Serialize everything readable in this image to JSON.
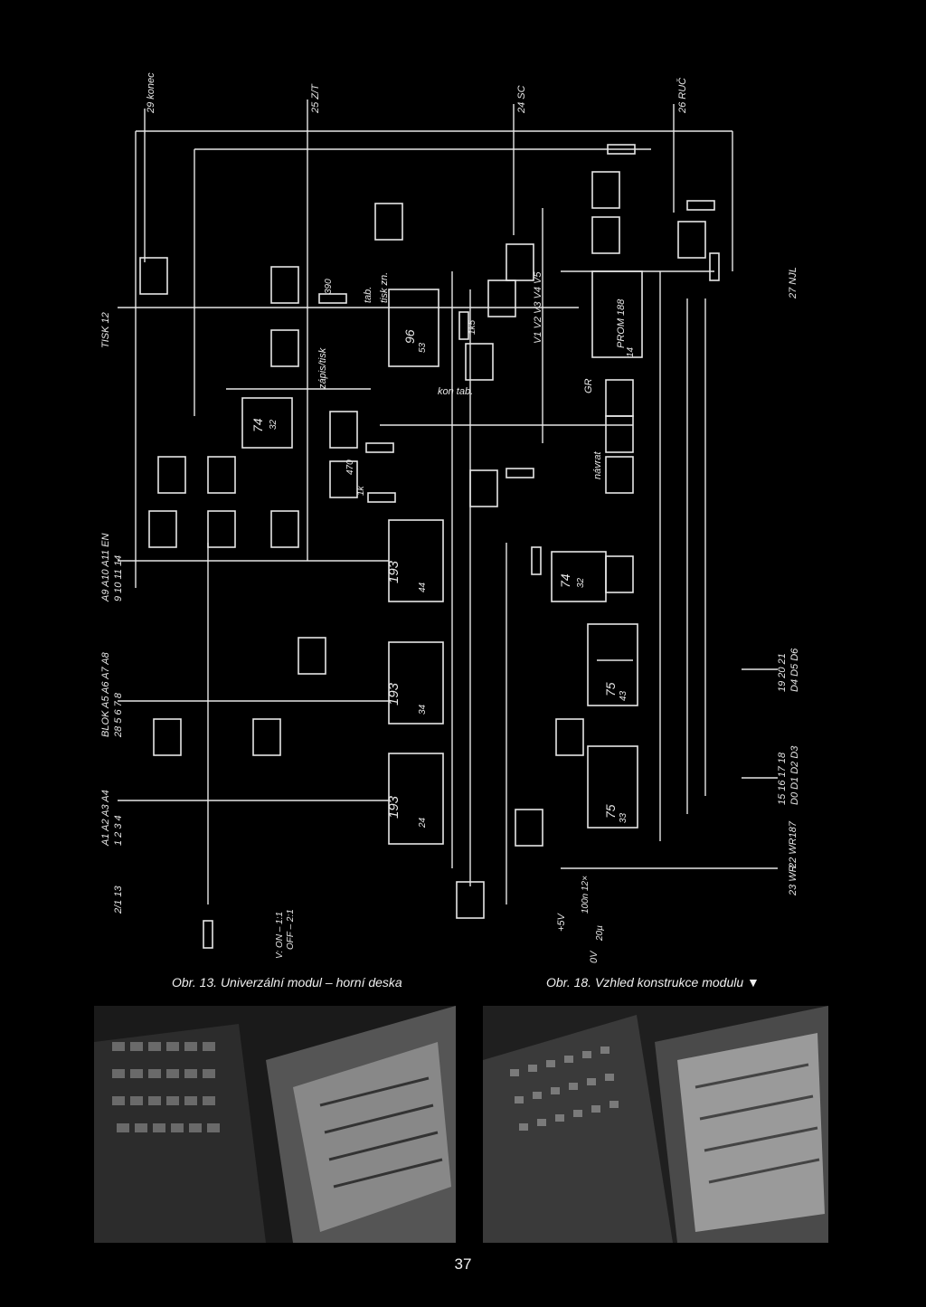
{
  "page": {
    "number": "37"
  },
  "captions": {
    "left": "Obr. 13. Univerzální modul – horní deska",
    "right": "Obr. 18. Vzhled konstrukce modulu"
  },
  "schematic": {
    "signals_top": [
      "29 konec",
      "25 Z/T",
      "24 SC",
      "26 RUČ"
    ],
    "signals_left": [
      "TISK 12",
      "A9 A10 A11 EN",
      "9 10 11 14",
      "BLOK A5 A6 A7 A8",
      "28 5 6 7 8",
      "A1 A2 A3 A4",
      "1 2 3 4",
      "2/1 13"
    ],
    "signals_right": [
      "27 NJL",
      "19 20 21",
      "D4 D5 D6",
      "15 16 17 18",
      "D0 D1 D2 D3",
      "22 WR187",
      "23 WR"
    ],
    "chips": {
      "counter_1": "193",
      "counter_2": "193",
      "counter_3": "193",
      "counter_1_id": "44",
      "counter_2_id": "34",
      "counter_3_id": "24",
      "prom": "PROM 188",
      "prom_id": "14",
      "latch_1": "75",
      "latch_1_id": "43",
      "latch_2": "75",
      "latch_2_id": "33",
      "mux": "96",
      "mux_id": "53",
      "ff_1": "74",
      "ff_1_id": "32",
      "ff_2": "74",
      "ff_2_id": "32"
    },
    "labels": {
      "tisk_zn": "tisk zn.",
      "tab": "tab.",
      "zapis_tisk": "zápis/tisk",
      "kon_tab": "kon tab.",
      "navrat": "návrat",
      "gr": "GR",
      "v_row": "V1 V2 V3 V4 V5",
      "plus5v": "+5V",
      "zero_v": "0V",
      "v_on_off": "V: ON – 1:1",
      "off": "OFF – 2:1",
      "r_390": "390",
      "r_1k5": "1k5",
      "r_1k": "1k",
      "c_470": "470",
      "c_100n": "100n",
      "c_20u": "20µ",
      "c_12x": "12×"
    }
  },
  "colors": {
    "background": "#000000",
    "ink": "#e8e8e8"
  }
}
